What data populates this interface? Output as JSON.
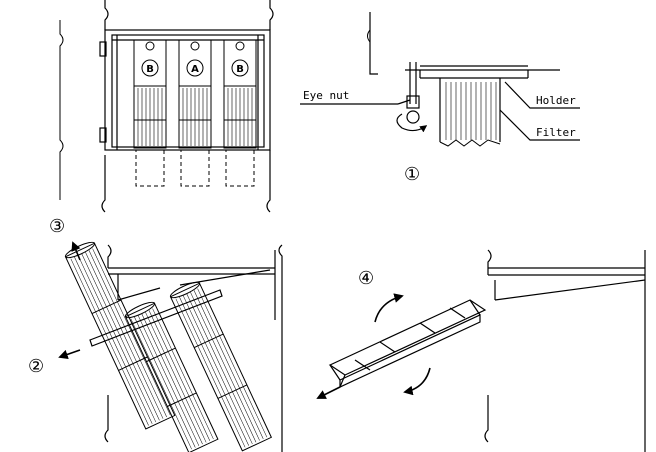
{
  "labels": {
    "eye_nut": "Eye nut",
    "holder": "Holder",
    "filter": "Filter"
  },
  "filter_tags": [
    "B",
    "A",
    "B"
  ],
  "steps": {
    "step1": "①",
    "step2": "②",
    "step3": "③",
    "step4": "④"
  }
}
